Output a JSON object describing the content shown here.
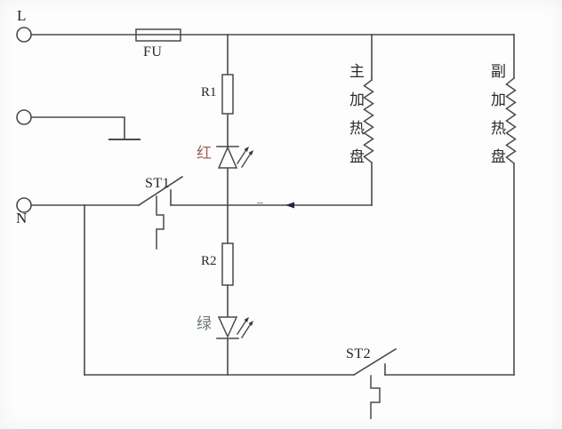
{
  "terminals": {
    "live": "L",
    "neutral": "N"
  },
  "components": {
    "fuse": {
      "label": "FU"
    },
    "resistor_r1": {
      "label": "R1"
    },
    "resistor_r2": {
      "label": "R2"
    },
    "red_lamp": {
      "label": "红"
    },
    "green_lamp": {
      "label": "绿"
    },
    "thermostat_st1": {
      "label": "ST1"
    },
    "thermostat_st2": {
      "label": "ST2"
    },
    "main_heater": {
      "label": "主加热盘"
    },
    "aux_heater": {
      "label": "副加热盘"
    }
  },
  "colors": {
    "background": "#fdfdfd",
    "wire": "#4a4a4a",
    "text": "#262626",
    "red_lamp_text": "#9c6257",
    "green_lamp_text": "#6c7a6c",
    "flow_mark": "#23233a"
  }
}
